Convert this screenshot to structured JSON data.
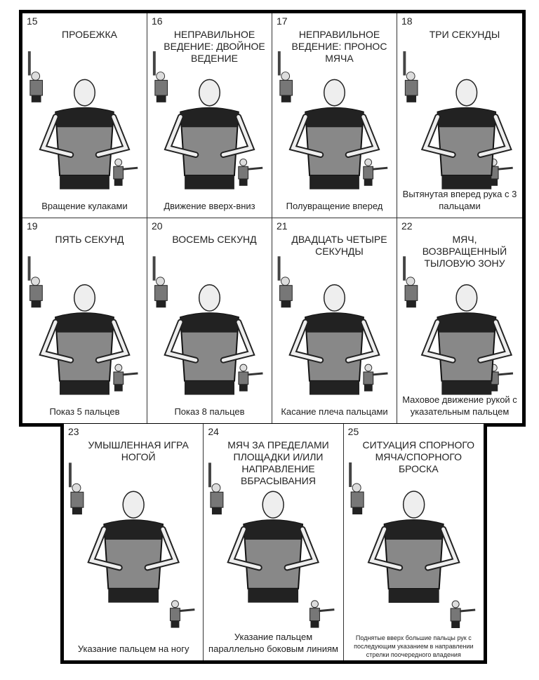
{
  "top_panels": [
    {
      "number": "15",
      "title": "ПРОБЕЖКА",
      "caption": "Вращение кулаками"
    },
    {
      "number": "16",
      "title": "НЕПРАВИЛЬНОЕ ВЕДЕНИЕ: ДВОЙНОЕ ВЕДЕНИЕ",
      "caption": "Движение вверх-вниз"
    },
    {
      "number": "17",
      "title": "НЕПРАВИЛЬНОЕ ВЕДЕНИЕ: ПРОНОС МЯЧА",
      "caption": "Полувращение вперед"
    },
    {
      "number": "18",
      "title": "ТРИ СЕКУНДЫ",
      "caption": "Вытянутая вперед рука с 3 пальцами"
    },
    {
      "number": "19",
      "title": "ПЯТЬ СЕКУНД",
      "caption": "Показ 5 пальцев"
    },
    {
      "number": "20",
      "title": "ВОСЕМЬ СЕКУНД",
      "caption": "Показ 8 пальцев"
    },
    {
      "number": "21",
      "title": "ДВАДЦАТЬ ЧЕТЫРЕ СЕКУНДЫ",
      "caption": "Касание плеча пальцами"
    },
    {
      "number": "22",
      "title": "МЯЧ, ВОЗВРАЩЕННЫЙ ТЫЛОВУЮ ЗОНУ",
      "caption": "Маховое движение рукой с указательным пальцем"
    }
  ],
  "bottom_panels": [
    {
      "number": "23",
      "title": "УМЫШЛЕННАЯ ИГРА НОГОЙ",
      "caption": "Указание пальцем на ногу"
    },
    {
      "number": "24",
      "title": "МЯЧ ЗА ПРЕДЕЛАМИ ПЛОЩАДКИ И/ИЛИ НАПРАВЛЕНИЕ ВБРАСЫВАНИЯ",
      "caption": "Указание пальцем параллельно боковым линиям"
    },
    {
      "number": "25",
      "title": "СИТУАЦИЯ СПОРНОГО МЯЧА/СПОРНОГО БРОСКА",
      "caption": "Поднятые вверх большие пальцы рук с последующим указанием в направлении стрелки поочередного владения"
    }
  ]
}
